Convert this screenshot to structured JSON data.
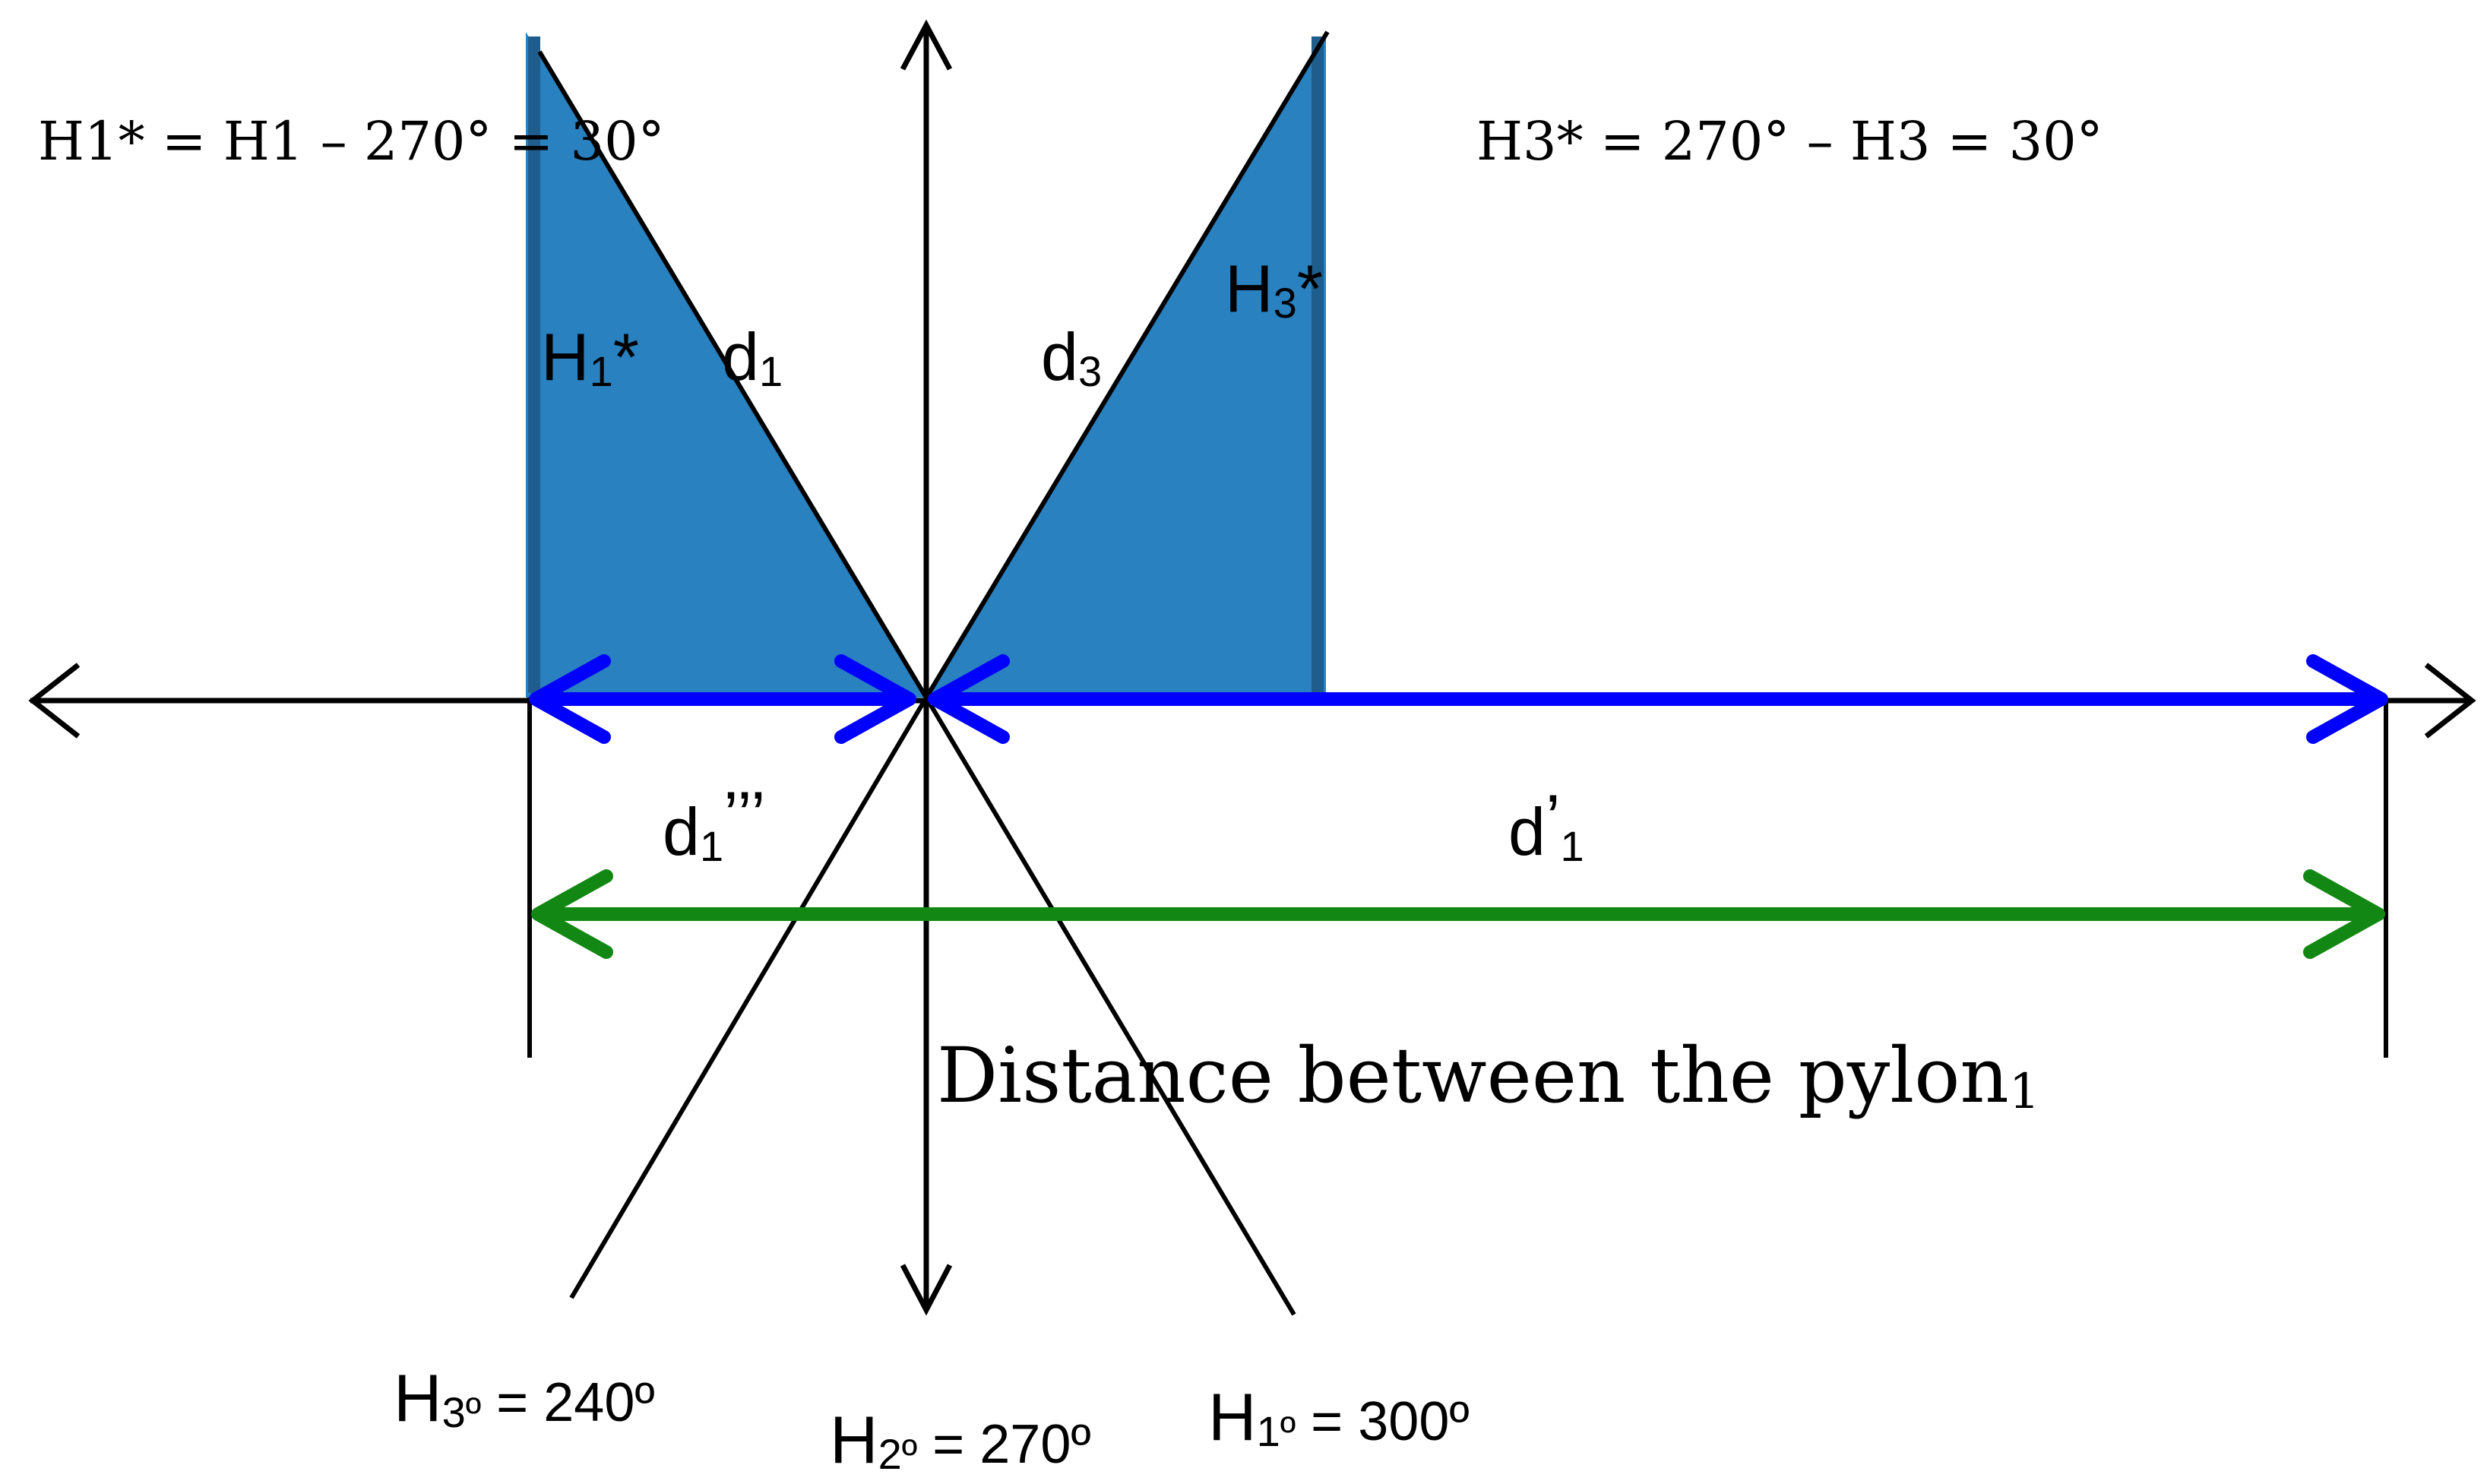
{
  "colors": {
    "shade_fill": "#2981C0",
    "shade_edge": "#1F5E8C",
    "blue_arrow": "#0000FF",
    "green_arrow": "#138713",
    "line": "#000000"
  },
  "formulas": {
    "h1_star": "H1* = H1 – 270° = 30°",
    "h3_star": "H3* = 270° – H3 = 30°"
  },
  "region_labels": {
    "h1_star": {
      "base": "H",
      "sub": "1",
      "sup": "*"
    },
    "h3_star": {
      "base": "H",
      "sub": "3",
      "sup": "*"
    }
  },
  "distance_labels": {
    "d1": {
      "base": "d",
      "sub": "1"
    },
    "d3": {
      "base": "d",
      "sub": "3"
    },
    "d1_triple": {
      "base": "d",
      "sub": "1",
      "suffix": "’’’"
    },
    "d1_prime": {
      "base": "d",
      "prime": "’",
      "sub": "1"
    },
    "pylon": {
      "text": "Distance between the pylon",
      "sub": "1"
    }
  },
  "headings": {
    "h3": {
      "base": "H",
      "sub": "3º",
      "rest": " = 240º"
    },
    "h2": {
      "base": "H",
      "sub": "2º",
      "rest": " = 270º"
    },
    "h1": {
      "base": "H",
      "sub": "1º",
      "rest": " = 300º"
    }
  },
  "angles": {
    "h1_star_deg": 30,
    "h3_star_deg": 30,
    "h1_deg": 300,
    "h2_deg": 270,
    "h3_deg": 240
  }
}
